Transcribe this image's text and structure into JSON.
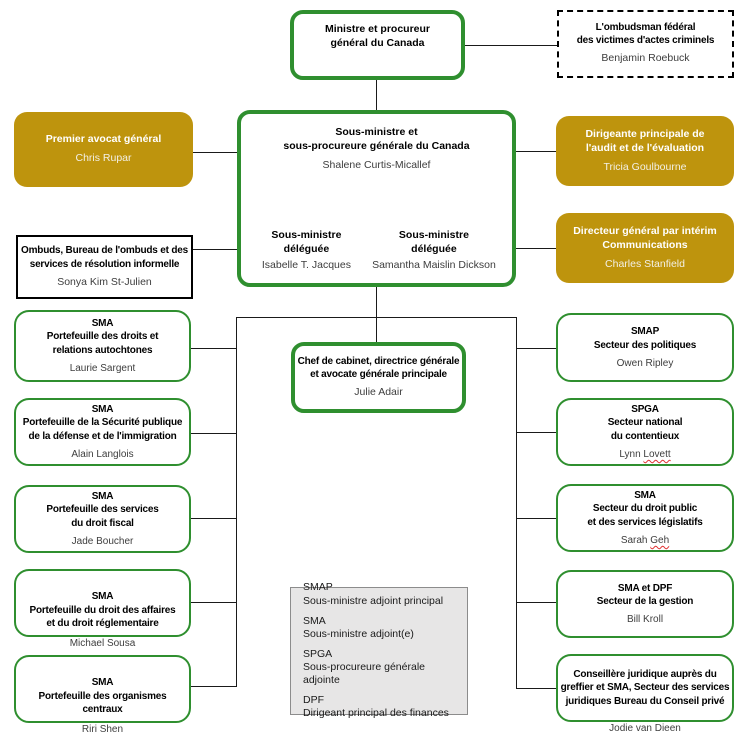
{
  "colors": {
    "green_border": "#2F8F2F",
    "gold_fill": "#BE940D",
    "connector_line": "#1A1A1A",
    "legend_bg": "#E7E6E6",
    "spellcheck_red": "#E03030"
  },
  "nodes": {
    "minister": {
      "title": "Ministre et procureur\ngénéral du Canada"
    },
    "federal_ombudsman": {
      "title": "L'ombudsman fédéral\ndes victimes d'actes criminels",
      "name": "Benjamin Roebuck"
    },
    "premier_avocat": {
      "title": "Premier avocat général",
      "name": "Chris Rupar"
    },
    "deputy": {
      "title": "Sous-ministre et\nsous-procureure générale du Canada",
      "name": "Shalene Curtis-Micallef",
      "delegates": [
        {
          "title": "Sous-ministre\ndéléguée",
          "name": "Isabelle T. Jacques"
        },
        {
          "title": "Sous-ministre\ndéléguée",
          "name": "Samantha Maislin Dickson"
        }
      ]
    },
    "audit": {
      "title": "Dirigeante principale de\nl'audit et de l'évaluation",
      "name": "Tricia Goulbourne"
    },
    "ombuds": {
      "title": "Ombuds, Bureau de l'ombuds et des\nservices de résolution informelle",
      "name": "Sonya Kim St-Julien"
    },
    "communications": {
      "title": "Directeur général par intérim\nCommunications",
      "name": "Charles Stanfield"
    },
    "chief_of_staff": {
      "title": "Chef de cabinet, directrice générale\net avocate générale principale",
      "name": "Julie Adair"
    }
  },
  "left": [
    {
      "abbr": "SMA",
      "title": "Portefeuille des droits et\nrelations autochtones",
      "name": "Laurie Sargent"
    },
    {
      "abbr": "SMA",
      "title": "Portefeuille de la Sécurité publique\nde la défense et de l'immigration",
      "name": "Alain Langlois"
    },
    {
      "abbr": "SMA",
      "title": "Portefeuille des services\ndu droit fiscal",
      "name": "Jade Boucher"
    },
    {
      "abbr": "SMA",
      "title": "Portefeuille du droit des affaires\net du droit réglementaire",
      "name": "Michael Sousa"
    },
    {
      "abbr": "SMA",
      "title": "Portefeuille des organismes\ncentraux",
      "name": "Riri Shen"
    }
  ],
  "right": [
    {
      "abbr": "SMAP",
      "title": "Secteur des politiques",
      "name": "Owen Ripley"
    },
    {
      "abbr": "SPGA",
      "title": "Secteur national\ndu contentieux",
      "name_prefix": "Lynn ",
      "name_marked": "Lovett"
    },
    {
      "abbr": "SMA",
      "title": "Secteur du droit public\net des services législatifs",
      "name_prefix": "Sarah ",
      "name_marked": "Geh"
    },
    {
      "abbr": "SMA et DPF",
      "title": "Secteur de la gestion",
      "name": "Bill Kroll"
    },
    {
      "title": "Conseillère juridique auprès du\ngreffier et SMA, Secteur des services\njuridiques Bureau du Conseil privé",
      "name": "Jodie van Dieen"
    }
  ],
  "legend": {
    "items": [
      {
        "abbr": "SMAP",
        "label": "Sous-ministre adjoint principal"
      },
      {
        "abbr": "SMA",
        "label": "Sous-ministre adjoint(e)"
      },
      {
        "abbr": "SPGA",
        "label": "Sous-procureure générale adjointe"
      },
      {
        "abbr": "DPF",
        "label": "Dirigeant principal des finances"
      }
    ]
  }
}
